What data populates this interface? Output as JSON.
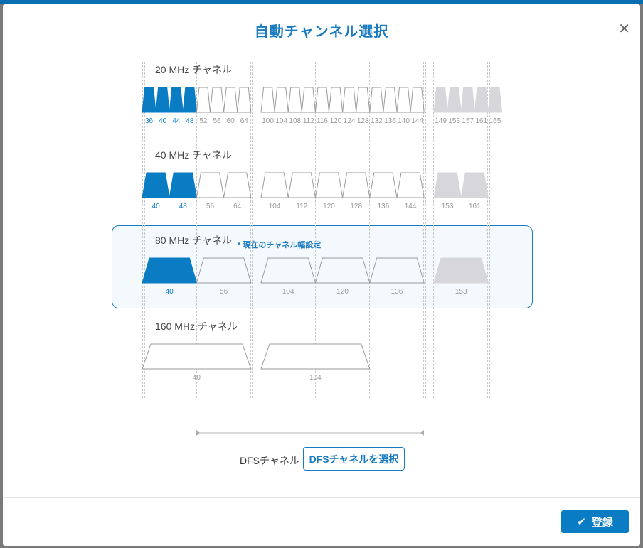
{
  "dialog": {
    "title": "自動チャンネル選択",
    "close_icon": "close-icon",
    "current_note": "* 現在のチャネル幅設定",
    "dfs_label": "DFSチャネル",
    "dfs_button": "DFSチャネルを選択",
    "save_button": "登録",
    "save_icon": "check-icon"
  },
  "colors": {
    "accent": "#0a7cc4",
    "selected": "#0a7cc4",
    "unavailable": "#d7d7db",
    "outline": "#9a9a9a"
  },
  "rows": [
    {
      "label": "20 MHz チャネル",
      "width": 20,
      "channels": [
        {
          "ch": 36,
          "state": "selected"
        },
        {
          "ch": 40,
          "state": "selected"
        },
        {
          "ch": 44,
          "state": "selected"
        },
        {
          "ch": 48,
          "state": "selected"
        },
        {
          "ch": 52,
          "state": "available"
        },
        {
          "ch": 56,
          "state": "available"
        },
        {
          "ch": 60,
          "state": "available"
        },
        {
          "ch": 64,
          "state": "available"
        },
        {
          "ch": 100,
          "state": "available"
        },
        {
          "ch": 104,
          "state": "available"
        },
        {
          "ch": 108,
          "state": "available"
        },
        {
          "ch": 112,
          "state": "available"
        },
        {
          "ch": 116,
          "state": "available"
        },
        {
          "ch": 120,
          "state": "available"
        },
        {
          "ch": 124,
          "state": "available"
        },
        {
          "ch": 128,
          "state": "available"
        },
        {
          "ch": 132,
          "state": "available"
        },
        {
          "ch": 136,
          "state": "available"
        },
        {
          "ch": 140,
          "state": "available"
        },
        {
          "ch": 144,
          "state": "available"
        },
        {
          "ch": 149,
          "state": "unavailable"
        },
        {
          "ch": 153,
          "state": "unavailable"
        },
        {
          "ch": 157,
          "state": "unavailable"
        },
        {
          "ch": 161,
          "state": "unavailable"
        },
        {
          "ch": 165,
          "state": "unavailable"
        }
      ]
    },
    {
      "label": "40 MHz チャネル",
      "width": 40,
      "channels": [
        {
          "ch": 40,
          "state": "selected"
        },
        {
          "ch": 48,
          "state": "selected"
        },
        {
          "ch": 56,
          "state": "available"
        },
        {
          "ch": 64,
          "state": "available"
        },
        {
          "ch": 104,
          "state": "available"
        },
        {
          "ch": 112,
          "state": "available"
        },
        {
          "ch": 120,
          "state": "available"
        },
        {
          "ch": 128,
          "state": "available"
        },
        {
          "ch": 136,
          "state": "available"
        },
        {
          "ch": 144,
          "state": "available"
        },
        {
          "ch": 153,
          "state": "unavailable"
        },
        {
          "ch": 161,
          "state": "unavailable"
        }
      ]
    },
    {
      "label": "80 MHz チャネル",
      "width": 80,
      "current": true,
      "channels": [
        {
          "ch": 40,
          "state": "selected"
        },
        {
          "ch": 56,
          "state": "available"
        },
        {
          "ch": 104,
          "state": "available"
        },
        {
          "ch": 120,
          "state": "available"
        },
        {
          "ch": 136,
          "state": "available"
        },
        {
          "ch": 153,
          "state": "unavailable"
        }
      ]
    },
    {
      "label": "160 MHz チャネル",
      "width": 160,
      "channels": [
        {
          "ch": 40,
          "state": "available"
        },
        {
          "ch": 104,
          "state": "available"
        }
      ]
    }
  ]
}
